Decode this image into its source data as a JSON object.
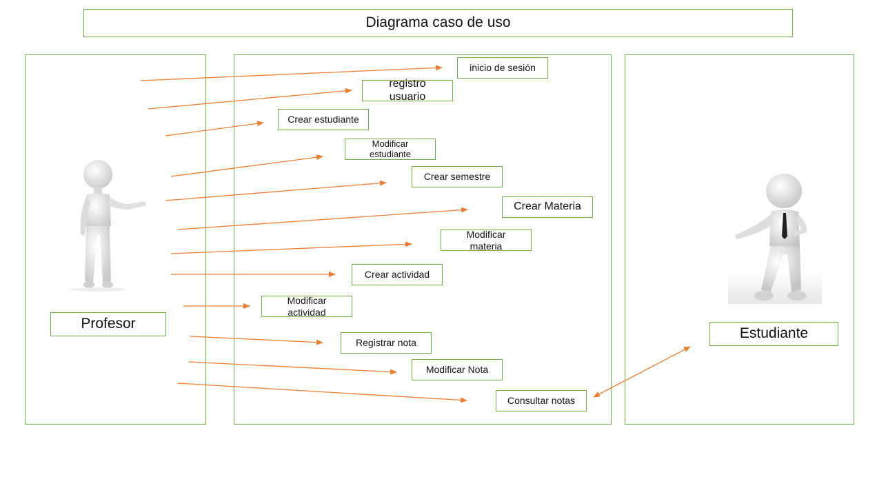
{
  "title": "Diagrama caso de uso",
  "actors": {
    "profesor": "Profesor",
    "estudiante": "Estudiante"
  },
  "use_cases": {
    "inicio_sesion": "inicio de sesión",
    "registro_usuario": "registro usuario",
    "crear_estudiante": "Crear estudiante",
    "modificar_estudiante": "Modificar estudiante",
    "crear_semestre": "Crear semestre",
    "crear_materia": "Crear Materia",
    "modificar_materia": "Modificar materia",
    "crear_actividad": "Crear actividad",
    "modificar_actividad": "Modificar actividad",
    "registrar_nota": "Registrar nota",
    "modificar_nota": "Modificar Nota",
    "consultar_notas": "Consultar notas"
  },
  "colors": {
    "border": "#70ad47",
    "arrow": "#ed7d31"
  }
}
